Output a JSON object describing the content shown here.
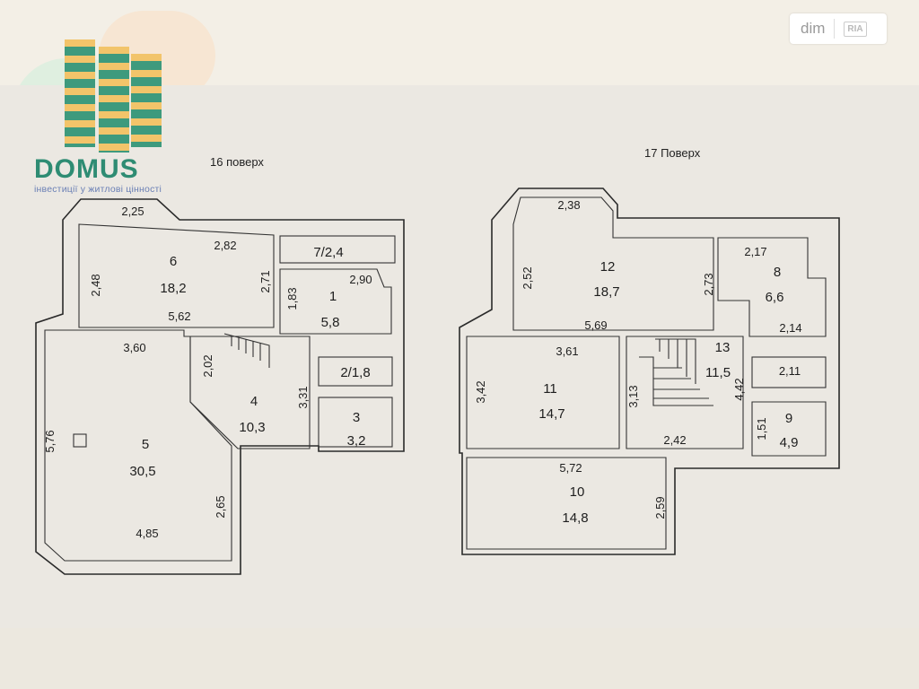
{
  "logo": {
    "name": "DOMUS",
    "tagline": "інвестиції у житлові цінності"
  },
  "watermark": {
    "site": "dim",
    "badge": "RIA"
  },
  "floors": [
    {
      "title": "16 поверх",
      "rooms": [
        {
          "number": "6",
          "area": "18,2"
        },
        {
          "number": "1",
          "area": "5,8"
        },
        {
          "number": "4",
          "area": "10,3"
        },
        {
          "number": "5",
          "area": "30,5"
        },
        {
          "number": "3",
          "area": "3,2"
        }
      ],
      "room_labels": [
        "7/2,4",
        "2/1,8"
      ],
      "dimensions": [
        "2,25",
        "2,82",
        "2,48",
        "2,71",
        "5,62",
        "2,90",
        "1,83",
        "3,60",
        "2,02",
        "3,31",
        "5,76",
        "2,65",
        "4,85"
      ]
    },
    {
      "title": "17 Поверх",
      "rooms": [
        {
          "number": "12",
          "area": "18,7"
        },
        {
          "number": "8",
          "area": "6,6"
        },
        {
          "number": "11",
          "area": "14,7"
        },
        {
          "number": "13",
          "area": "11,5"
        },
        {
          "number": "9",
          "area": "4,9"
        },
        {
          "number": "10",
          "area": "14,8"
        }
      ],
      "dimensions": [
        "2,38",
        "2,52",
        "2,73",
        "2,17",
        "5,69",
        "2,14",
        "3,61",
        "3,42",
        "3,13",
        "2,11",
        "4,42",
        "1,51",
        "2,42",
        "5,72",
        "2,59"
      ]
    }
  ]
}
